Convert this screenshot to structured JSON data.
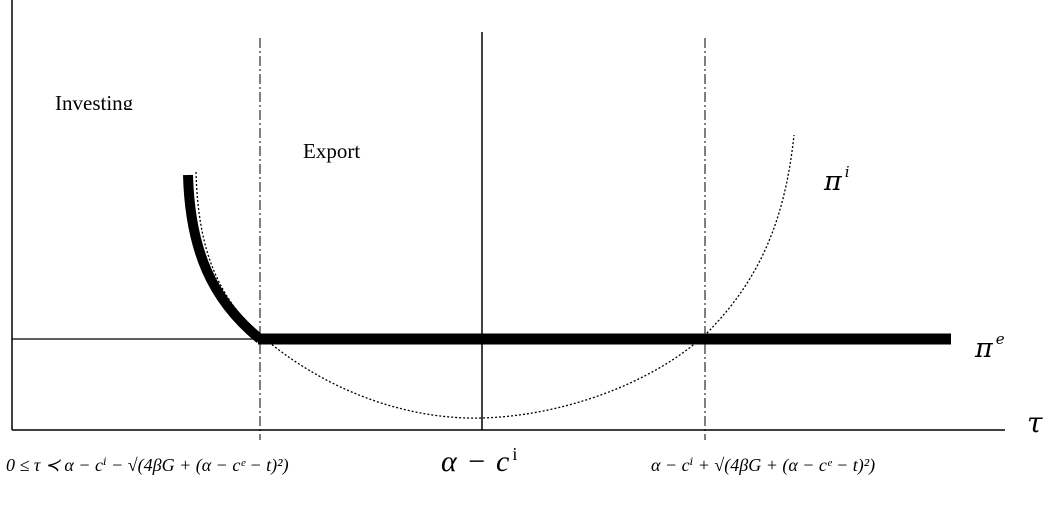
{
  "labels": {
    "investing_region": "Investing",
    "export_region": "Export",
    "curve_invest": "π",
    "curve_invest_sup": "i",
    "curve_export": "π",
    "curve_export_sup": "e",
    "x_axis": "τ"
  },
  "formulas": {
    "left_threshold": "0 ≤ τ ≺ α − cⁱ − √(4βG + (α − cᵉ − t)²)",
    "center_point": "α − c",
    "center_point_sup": "i",
    "right_threshold": "α − cⁱ + √(4βG + (α − cᵉ − t)²)"
  }
}
